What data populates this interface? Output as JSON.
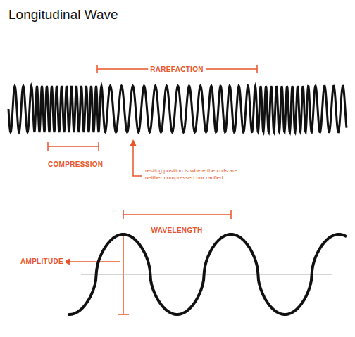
{
  "diagram": {
    "title": "Longitudinal Wave",
    "labels": [
      "RAREFACTION",
      "COMPRESSION",
      "resting position is where the coils are neither compressed nor rarified",
      "WAVELENGTH",
      "AMPLITUDE"
    ]
  }
}
